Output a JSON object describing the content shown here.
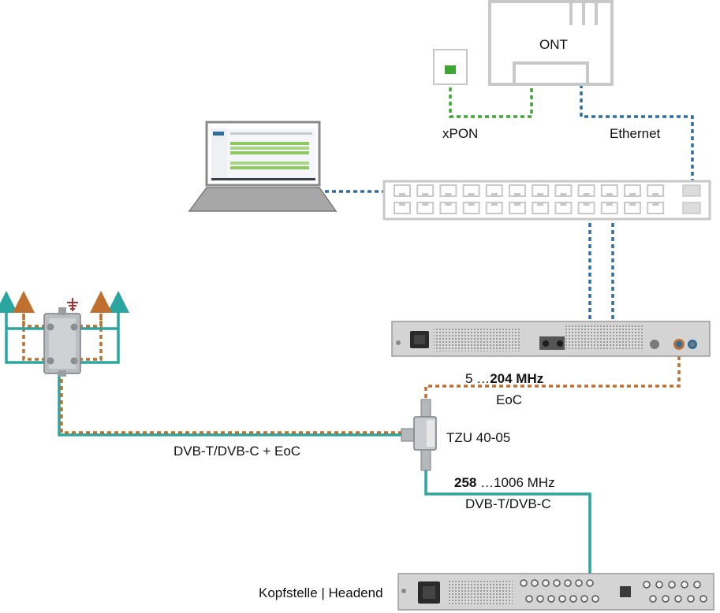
{
  "labels": {
    "ont": "ONT",
    "xpon": "xPON",
    "ethernet": "Ethernet",
    "eoc_band_start": "5 …",
    "eoc_band_end": "204 MHz",
    "eoc": "EoC",
    "tzu": "TZU 40-05",
    "mixed": "DVB-T/DVB-C + EoC",
    "dvb_band_start": "258",
    "dvb_band_end": " …1006 MHz",
    "dvb": "DVB-T/DVB-C",
    "headend": "Kopfstelle | Headend"
  },
  "colors": {
    "fiber": "#3fa535",
    "ethernet": "#2e6e9e",
    "eoc": "#c0702e",
    "coax": "#2aa5a0",
    "device_outline": "#c8c8c8"
  }
}
